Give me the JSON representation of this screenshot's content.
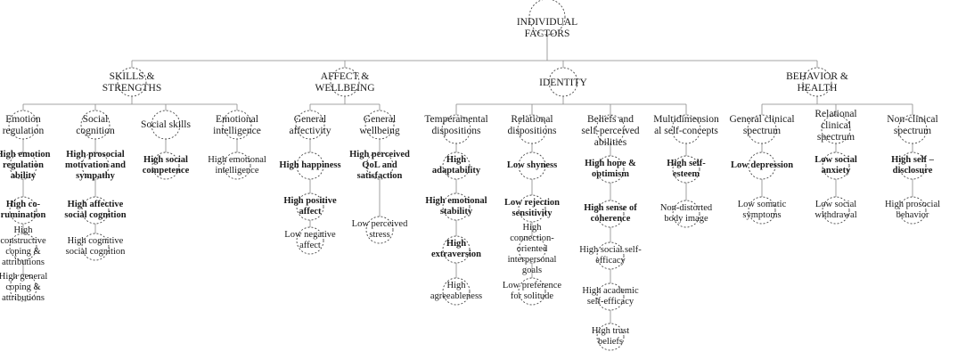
{
  "root": {
    "id": "root",
    "label": "INDIVIDUAL\nFACTORS"
  },
  "domains": [
    {
      "id": "d_skills",
      "label": "SKILLS &\nSTRENGTHS",
      "subdomains": [
        {
          "id": "s_emoreg",
          "label": "Emotion\nregulation",
          "items": [
            {
              "label": "High emotion\nregulation\nability",
              "bold": true
            },
            {
              "label": "High co-\nrumination",
              "bold": true
            },
            {
              "label": "High\nconstructive\ncoping &\nattributions",
              "bold": false
            },
            {
              "label": "High general\ncoping &\nattributions",
              "bold": false
            }
          ]
        },
        {
          "id": "s_soccog",
          "label": "Social\ncognition",
          "items": [
            {
              "label": "High prosocial\nmotivation and\nsympathy",
              "bold": true
            },
            {
              "label": "High affective\nsocial cognition",
              "bold": true
            },
            {
              "label": "High cognitive\nsocial cognition",
              "bold": false
            }
          ]
        },
        {
          "id": "s_socskills",
          "label": "Social skills",
          "items": [
            {
              "label": "High social\ncompetence",
              "bold": true
            }
          ]
        },
        {
          "id": "s_emoint",
          "label": "Emotional\nintelligence",
          "items": [
            {
              "label": "High emotional\nintelligence",
              "bold": false
            }
          ]
        }
      ]
    },
    {
      "id": "d_affect",
      "label": "AFFECT &\nWELLBEING",
      "subdomains": [
        {
          "id": "s_genaff",
          "label": "General\naffectivity",
          "items": [
            {
              "label": "High happiness",
              "bold": true
            },
            {
              "label": "High positive\naffect",
              "bold": true
            },
            {
              "label": "Low negative\naffect",
              "bold": false
            }
          ]
        },
        {
          "id": "s_genwell",
          "label": "General\nwellbeing",
          "items": [
            {
              "label": "High perceived\nQoL and\nsatisfaction",
              "bold": true
            },
            {
              "label": "Low perceived\nstress",
              "bold": false
            }
          ]
        }
      ]
    },
    {
      "id": "d_identity",
      "label": "IDENTITY",
      "subdomains": [
        {
          "id": "s_temp",
          "label": "Temperamental\ndispositions",
          "items": [
            {
              "label": "High\nadaptability",
              "bold": true
            },
            {
              "label": "High emotional\nstability",
              "bold": true
            },
            {
              "label": "High\nextraversion",
              "bold": true
            },
            {
              "label": "High\nagreeableness",
              "bold": false
            }
          ]
        },
        {
          "id": "s_reldisp",
          "label": "Relational\ndispositions",
          "items": [
            {
              "label": "Low shyness",
              "bold": true
            },
            {
              "label": "Low rejection\nsensitivity",
              "bold": true
            },
            {
              "label": "High\nconnection-\noriented\ninterpersonal\ngoals",
              "bold": false
            },
            {
              "label": "Low preference\nfor solitude",
              "bold": false
            }
          ]
        },
        {
          "id": "s_beliefs",
          "label": "Beliefs  and\nself-perceived\nabilities",
          "items": [
            {
              "label": "High hope &\noptimism",
              "bold": true
            },
            {
              "label": "High sense of\ncoherence",
              "bold": true
            },
            {
              "label": "High social self-\nefficacy",
              "bold": false
            },
            {
              "label": "High academic\nself-efficacy",
              "bold": false
            },
            {
              "label": "High trust\nbeliefs",
              "bold": false
            }
          ]
        },
        {
          "id": "s_multi",
          "label": "Multidimension\nal self-concepts",
          "items": [
            {
              "label": "High self-\nesteem",
              "bold": true
            },
            {
              "label": "Non-distorted\nbody image",
              "bold": false
            }
          ]
        }
      ]
    },
    {
      "id": "d_behavior",
      "label": "BEHAVIOR &\nHEALTH",
      "subdomains": [
        {
          "id": "s_genclin",
          "label": "General clinical\nspectrum",
          "items": [
            {
              "label": "Low depression",
              "bold": true
            },
            {
              "label": "Low somatic\nsymptoms",
              "bold": false
            }
          ]
        },
        {
          "id": "s_relclin",
          "label": "Relational\nclinical\nspectrum",
          "items": [
            {
              "label": "Low social\nanxiety",
              "bold": true
            },
            {
              "label": "Low social\nwithdrawal",
              "bold": false
            }
          ]
        },
        {
          "id": "s_nonclin",
          "label": "Non-clinical\nspectrum",
          "items": [
            {
              "label": "High self –\ndisclosure",
              "bold": true
            },
            {
              "label": "High prosocial\nbehavior",
              "bold": false
            }
          ]
        }
      ]
    }
  ]
}
